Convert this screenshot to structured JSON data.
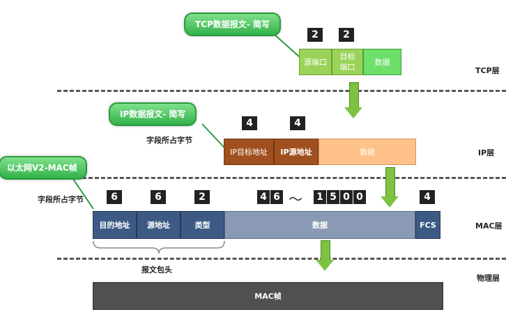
{
  "callouts": {
    "tcp": "TCP数据报文- 简写",
    "ip": "IP数据报文- 简写",
    "mac": "以太网V2-MAC帧"
  },
  "layers": {
    "tcp": "TCP层",
    "ip": "IP层",
    "mac": "MAC层",
    "physical": "物理层"
  },
  "tcp": {
    "sizes": [
      "2",
      "2"
    ],
    "fields": [
      "源端口",
      "目标\n端口",
      "数据"
    ]
  },
  "ip": {
    "caption": "字段所占字节",
    "sizes": [
      "4",
      "4"
    ],
    "fields": [
      "IP目标地址",
      "IP源地址",
      "数据"
    ]
  },
  "mac": {
    "caption": "字段所占字节",
    "sizes": [
      "6",
      "6",
      "2",
      "4"
    ],
    "data_size_min": [
      "4",
      "6"
    ],
    "tilde": "～",
    "data_size_max": [
      "1",
      "5",
      "0",
      "0"
    ],
    "fields": [
      "目的地址",
      "源地址",
      "类型",
      "数据",
      "FCS"
    ],
    "header_label": "报文包头"
  },
  "physical": {
    "frame": "MAC帧"
  },
  "colors": {
    "tcp_light": "#9bd35a",
    "tcp_green": "#6ddf6a",
    "ip_brown": "#a0501e",
    "ip_data": "#ffc18a",
    "mac_blue": "#3c5a84",
    "mac_data": "#8a9ab4",
    "physical": "#505050"
  }
}
